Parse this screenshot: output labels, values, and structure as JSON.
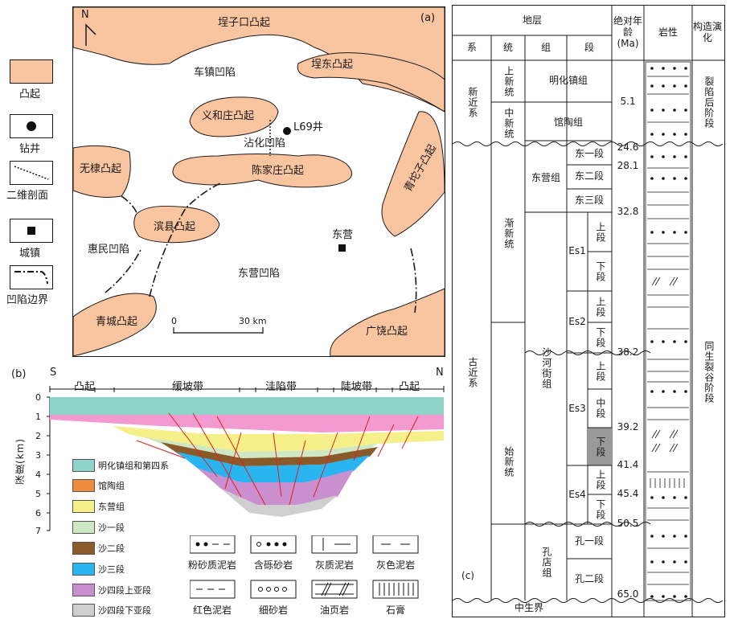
{
  "left_legend": [
    {
      "key": "uplift",
      "label": "凸起"
    },
    {
      "key": "well",
      "label": "钻井"
    },
    {
      "key": "profile",
      "label": "二维剖面"
    },
    {
      "key": "town",
      "label": "城镇"
    },
    {
      "key": "boundary",
      "label": "凹陷边界"
    }
  ],
  "map": {
    "panel_label": "(a)",
    "north": "N",
    "uplifts": [
      "埕子口凸起",
      "埕东凸起",
      "义和庄凸起",
      "陈家庄凸起",
      "无棣凸起",
      "滨县凸起",
      "青坨子凸起",
      "青城凸起",
      "广饶凸起"
    ],
    "depressions": [
      "车镇凹陷",
      "沾化凹陷",
      "惠民凹陷",
      "东营凹陷"
    ],
    "well": "L69井",
    "town": "东营",
    "scale_zero": "0",
    "scale_end": "30 km",
    "colors": {
      "uplift": "#f9c4a0",
      "outline": "#1a1a1a"
    }
  },
  "section": {
    "panel_label": "(b)",
    "south": "S",
    "north": "N",
    "zones": [
      "凸起",
      "缓坡带",
      "洼陷带",
      "陡坡带",
      "凸起"
    ],
    "ylabel": "深度(km)",
    "yticks": [
      "0",
      "1",
      "2",
      "3",
      "4",
      "5",
      "6",
      "7"
    ],
    "legend": [
      {
        "label": "明化镇组和第四系",
        "color": "#8fd3c9"
      },
      {
        "label": "馆陶组",
        "color": "#f08a3c"
      },
      {
        "label": "东营组",
        "color": "#f5f08a"
      },
      {
        "label": "沙一段",
        "color": "#cfe8c4"
      },
      {
        "label": "沙二段",
        "color": "#8a5a2b"
      },
      {
        "label": "沙三段",
        "color": "#29b6f0"
      },
      {
        "label": "沙四段上亚段",
        "color": "#c98fcf"
      },
      {
        "label": "沙四段下亚段",
        "color": "#cfcfcf"
      }
    ],
    "fault_color": "#e02020",
    "extra_colors": {
      "pink": "#f39ad0"
    }
  },
  "lith_legend": [
    "粉砂质泥岩",
    "含砾砂岩",
    "灰质泥岩",
    "灰色泥岩",
    "红色泥岩",
    "细砂岩",
    "油页岩",
    "石膏"
  ],
  "strat": {
    "panel_label": "(c)",
    "headers": {
      "stratum": "地层",
      "system": "系",
      "series": "统",
      "formation": "组",
      "member": "段",
      "age": "绝对年龄(Ma)",
      "lithology": "岩性",
      "tectonic": "构造演化"
    },
    "systems": [
      "新近系",
      "古近系"
    ],
    "series": [
      "上新统",
      "中新统",
      "渐新统",
      "始新统"
    ],
    "formations": [
      "明化镇组",
      "馆陶组",
      "东营组",
      "沙河街组",
      "孔店组"
    ],
    "members": [
      "东一段",
      "东二段",
      "东三段",
      "Es1",
      "Es2",
      "Es3",
      "Es4",
      "上段",
      "下段",
      "上段",
      "下段",
      "上段",
      "中段",
      "下段",
      "上段",
      "下段",
      "孔一段",
      "孔二段"
    ],
    "ages": [
      "5.1",
      "24.6",
      "28.1",
      "32.8",
      "38.2",
      "39.2",
      "41.4",
      "45.4",
      "50.5",
      "65.0"
    ],
    "stages": [
      "裂陷后阶段",
      "同生裂谷阶段"
    ],
    "bottom": "中生界"
  }
}
